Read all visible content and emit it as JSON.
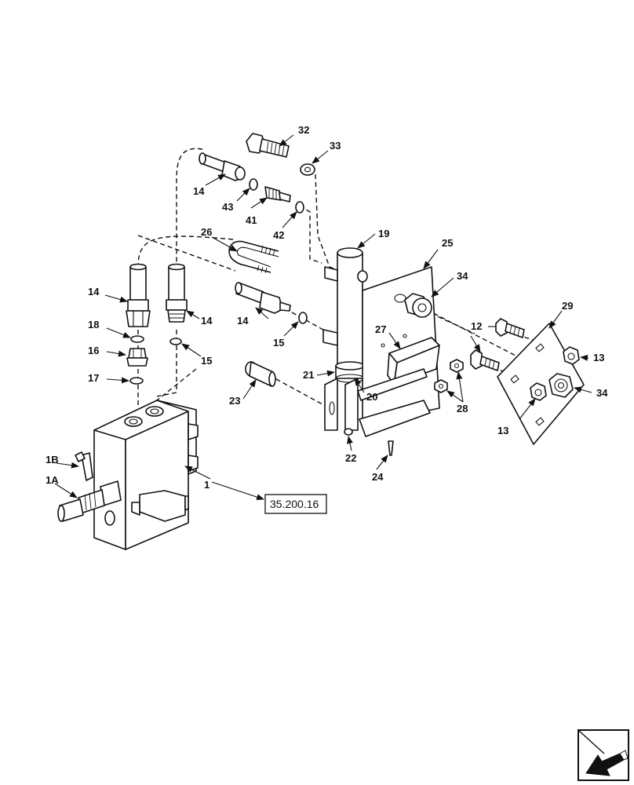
{
  "callouts": {
    "c32": "32",
    "c33": "33",
    "c14a": "14",
    "c43": "43",
    "c41": "41",
    "c42": "42",
    "c26": "26",
    "c19": "19",
    "c25": "25",
    "c34a": "34",
    "c14b": "14",
    "c14c": "14",
    "c14d": "14",
    "c18": "18",
    "c16": "16",
    "c17": "17",
    "c15a": "15",
    "c15b": "15",
    "c27": "27",
    "c12": "12",
    "c29": "29",
    "c13a": "13",
    "c13b": "13",
    "c34b": "34",
    "c21": "21",
    "c20": "20",
    "c28": "28",
    "c23": "23",
    "c22": "22",
    "c24": "24",
    "c1": "1",
    "c1a": "1A",
    "c1b": "1B"
  },
  "reference_box": {
    "label": "35.200.16"
  },
  "colors": {
    "ink": "#111111",
    "paper": "#ffffff"
  },
  "icons": {
    "nav_corner": "page-turn-arrow-icon"
  }
}
